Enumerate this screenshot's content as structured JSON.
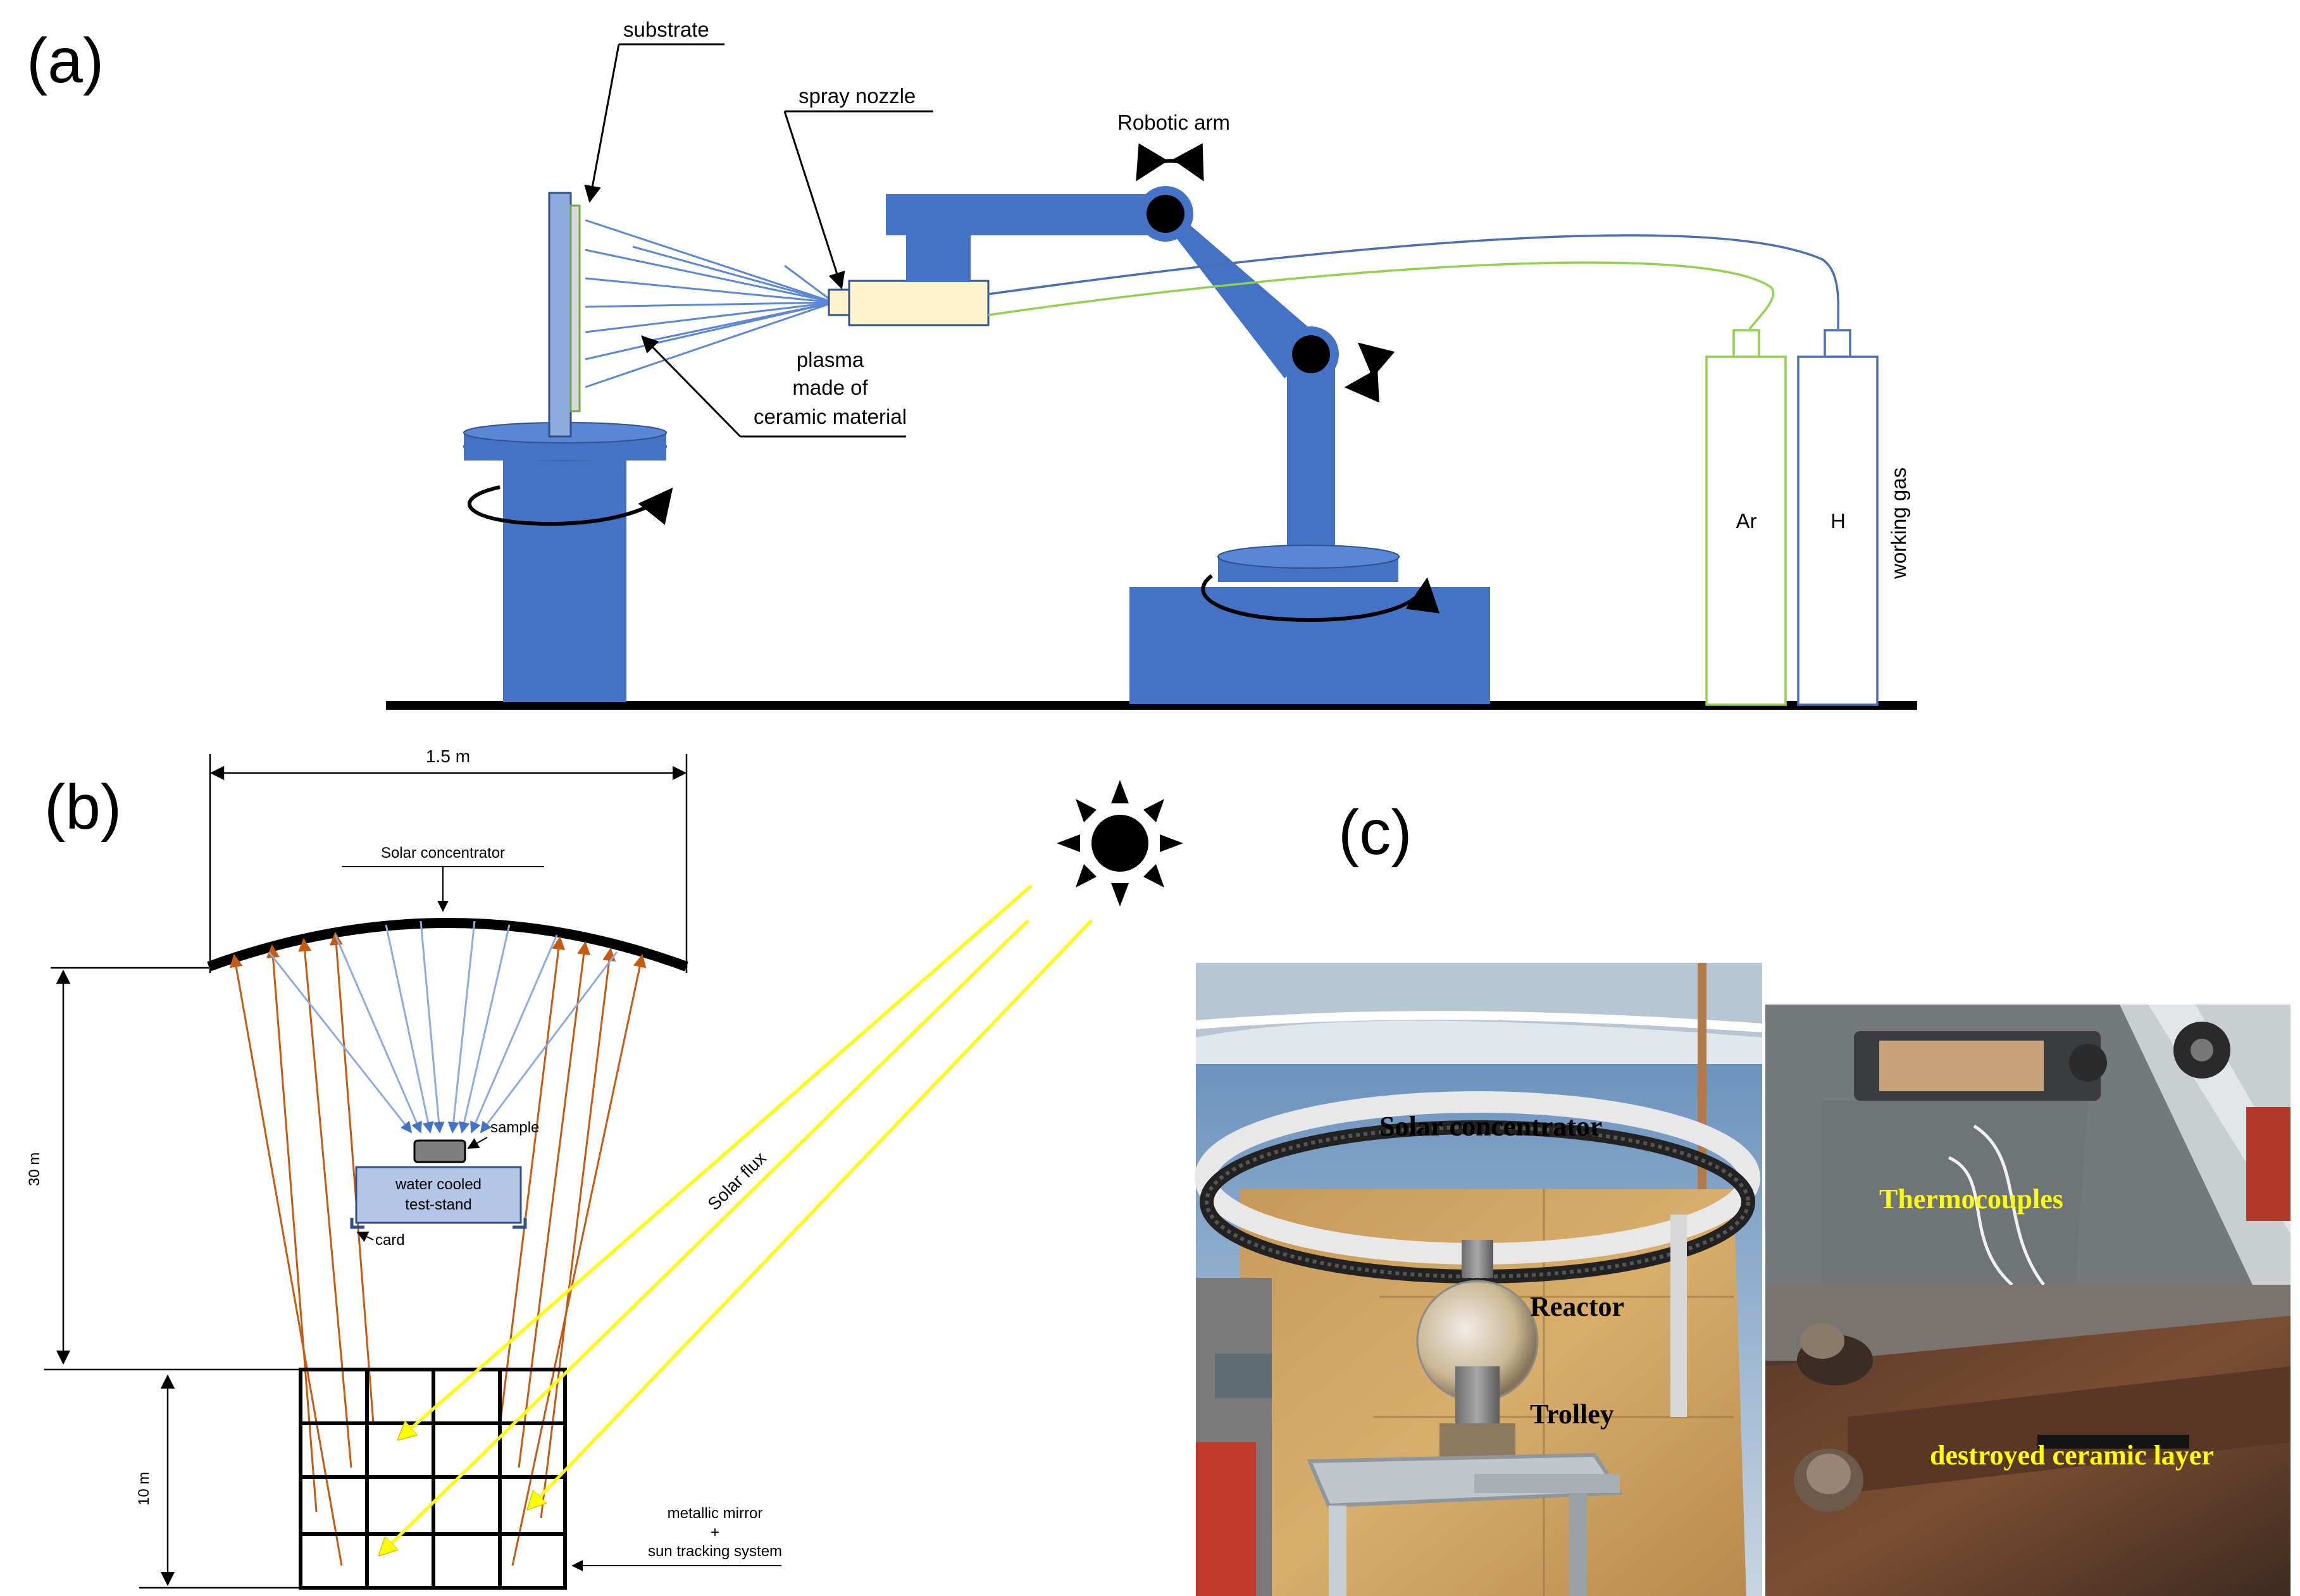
{
  "panels": {
    "a": "(a)",
    "b": "(b)",
    "c": "(c)"
  },
  "panel_a": {
    "substrate": "substrate",
    "spray_nozzle": "spray nozzle",
    "plasma_line1": "plasma",
    "plasma_line2": "made of",
    "plasma_line3": "ceramic material",
    "robotic_arm": "Robotic arm",
    "ar": "Ar",
    "h": "H",
    "working_gas": "working gas"
  },
  "panel_b": {
    "width_dim": "1.5 m",
    "solar_concentrator": "Solar concentrator",
    "sample": "sample",
    "teststand_line1": "water cooled",
    "teststand_line2": "test-stand",
    "card": "card",
    "height_30": "30 m",
    "height_10": "10 m",
    "solar_flux": "Solar flux",
    "mirror_line1": "metallic mirror",
    "mirror_line2": "+",
    "mirror_line3": "sun tracking system"
  },
  "panel_c": {
    "solar_concentrator": "Solar concentrator",
    "reactor": "Reactor",
    "trolley": "Trolley",
    "thermocouples": "Thermocouples",
    "destroyed_layer": "destroyed ceramic layer"
  },
  "colors": {
    "robot_blue": "#4472c4",
    "ar_line": "#92d050",
    "h_line": "#4a6fb5",
    "ray_orange": "#d2691e",
    "ray_blue": "#8faadc",
    "flux_yellow": "#ffff00",
    "photo_label_yellow": "#ffff00"
  }
}
